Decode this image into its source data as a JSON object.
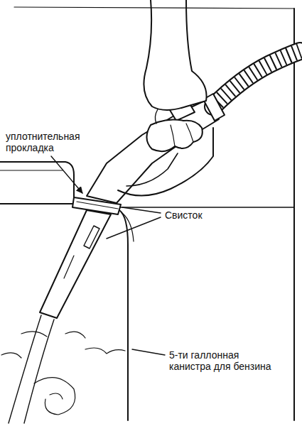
{
  "diagram": {
    "labels": [
      "уплотнительная прокладка",
      "Свисток",
      "5-ти галлонная канистра для бензина"
    ]
  }
}
